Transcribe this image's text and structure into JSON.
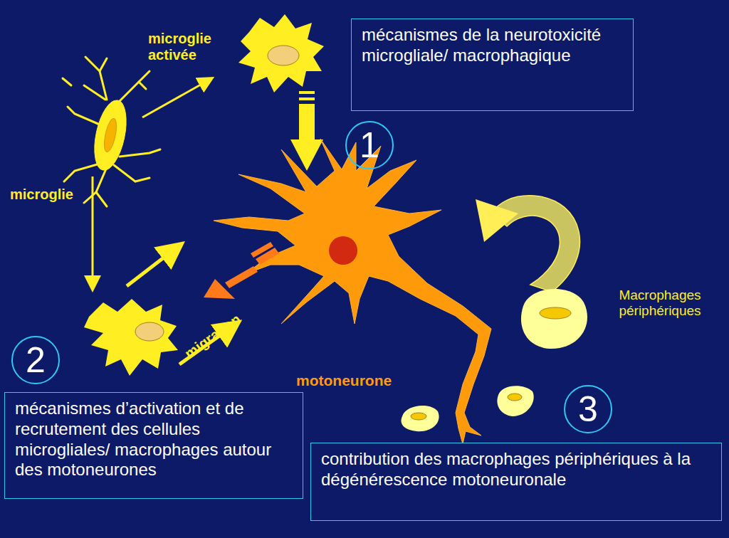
{
  "diagram": {
    "nodes": [
      {
        "text": [
          "mécanismes de la neurotoxicité microgliale/ macrophagique"
        ]
      },
      {
        "text": [
          "1"
        ]
      },
      {
        "text": [
          "2"
        ]
      },
      {
        "text": [
          "mécanismes d’activation et de recrutement des cellules microgliales/ macrophages autour des motoneurones"
        ]
      },
      {
        "text": [
          "3"
        ]
      },
      {
        "text": [
          "contribution des macrophages périphériques à la dégénérescence motoneuronale"
        ]
      }
    ],
    "labels": [
      "microglie activée",
      "microglie",
      "Macrophages périphériques",
      "motoneurone",
      "migration"
    ]
  }
}
